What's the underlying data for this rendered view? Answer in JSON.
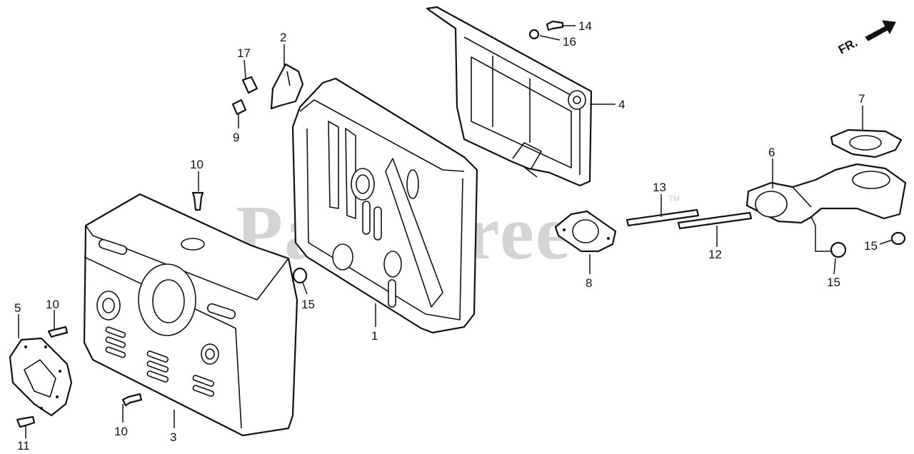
{
  "watermark": {
    "text": "PartsTree",
    "tm": "TM"
  },
  "front_indicator": {
    "text": "FR."
  },
  "callouts": [
    {
      "id": "c1",
      "label": "1"
    },
    {
      "id": "c2",
      "label": "2"
    },
    {
      "id": "c3",
      "label": "3"
    },
    {
      "id": "c4",
      "label": "4"
    },
    {
      "id": "c5",
      "label": "5"
    },
    {
      "id": "c6",
      "label": "6"
    },
    {
      "id": "c7",
      "label": "7"
    },
    {
      "id": "c8",
      "label": "8"
    },
    {
      "id": "c9",
      "label": "9"
    },
    {
      "id": "c10a",
      "label": "10"
    },
    {
      "id": "c10b",
      "label": "10"
    },
    {
      "id": "c10c",
      "label": "10"
    },
    {
      "id": "c11",
      "label": "11"
    },
    {
      "id": "c12",
      "label": "12"
    },
    {
      "id": "c13",
      "label": "13"
    },
    {
      "id": "c14",
      "label": "14"
    },
    {
      "id": "c15a",
      "label": "15"
    },
    {
      "id": "c15b",
      "label": "15"
    },
    {
      "id": "c15c",
      "label": "15"
    },
    {
      "id": "c16",
      "label": "16"
    },
    {
      "id": "c17",
      "label": "17"
    }
  ]
}
